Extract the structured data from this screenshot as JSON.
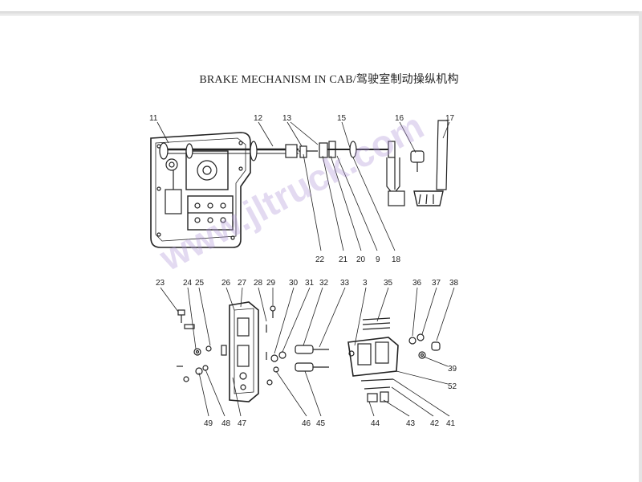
{
  "title": "BRAKE MECHANISM IN CAB/驾驶室制动操纵机构",
  "watermark": "www.jltruck.com",
  "colors": {
    "ink": "#222222",
    "watermark": "#AF96D7"
  },
  "callouts": {
    "c11": "11",
    "c12": "12",
    "c13": "13",
    "c15": "15",
    "c16": "16",
    "c17": "17",
    "c22": "22",
    "c21": "21",
    "c20": "20",
    "c9": "9",
    "c18": "18",
    "c23": "23",
    "c24": "24",
    "c25": "25",
    "c26": "26",
    "c27": "27",
    "c28": "28",
    "c29": "29",
    "c30": "30",
    "c31": "31",
    "c32": "32",
    "c33": "33",
    "c3": "3",
    "c35": "35",
    "c36": "36",
    "c37": "37",
    "c38": "38",
    "c39": "39",
    "c52": "52",
    "c49": "49",
    "c48": "48",
    "c47": "47",
    "c46": "46",
    "c45": "45",
    "c44": "44",
    "c43": "43",
    "c42": "42",
    "c41": "41"
  }
}
